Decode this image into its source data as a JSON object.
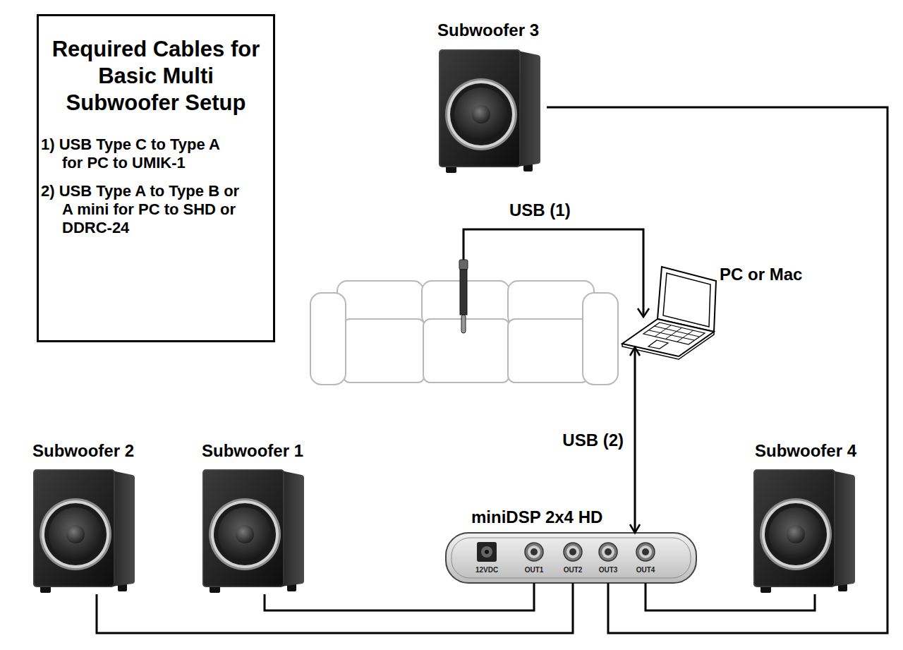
{
  "diagram": {
    "nodes": [
      {
        "text": [
          "Required Cables for Basic Multi Subwoofer Setup",
          "1) USB Type C to Type A for PC to UMIK-1",
          "2) USB Type A to Type B or A mini for PC to SHD or DDRC-24"
        ]
      },
      {
        "text": [
          "Subwoofer 3"
        ]
      },
      {
        "text": [
          "PC or Mac"
        ]
      },
      {
        "text": [
          "Subwoofer 2"
        ]
      },
      {
        "text": [
          "Subwoofer 1"
        ]
      },
      {
        "text": [
          "miniDSP 2x4 HD",
          "12VDC",
          "OUT1",
          "OUT2",
          "OUT3",
          "OUT4"
        ]
      },
      {
        "text": [
          "Subwoofer 4"
        ]
      }
    ],
    "edges": [
      {
        "from": 4,
        "to": 5,
        "arrow": "none"
      },
      {
        "from": 3,
        "to": 5,
        "arrow": "none"
      },
      {
        "from": 1,
        "to": 5,
        "arrow": "none"
      },
      {
        "from": 6,
        "to": 5,
        "arrow": "none"
      },
      {
        "from": 2,
        "to": 5,
        "label": "USB (2)",
        "arrow": "both"
      }
    ],
    "labels": [
      "USB (1)"
    ]
  }
}
